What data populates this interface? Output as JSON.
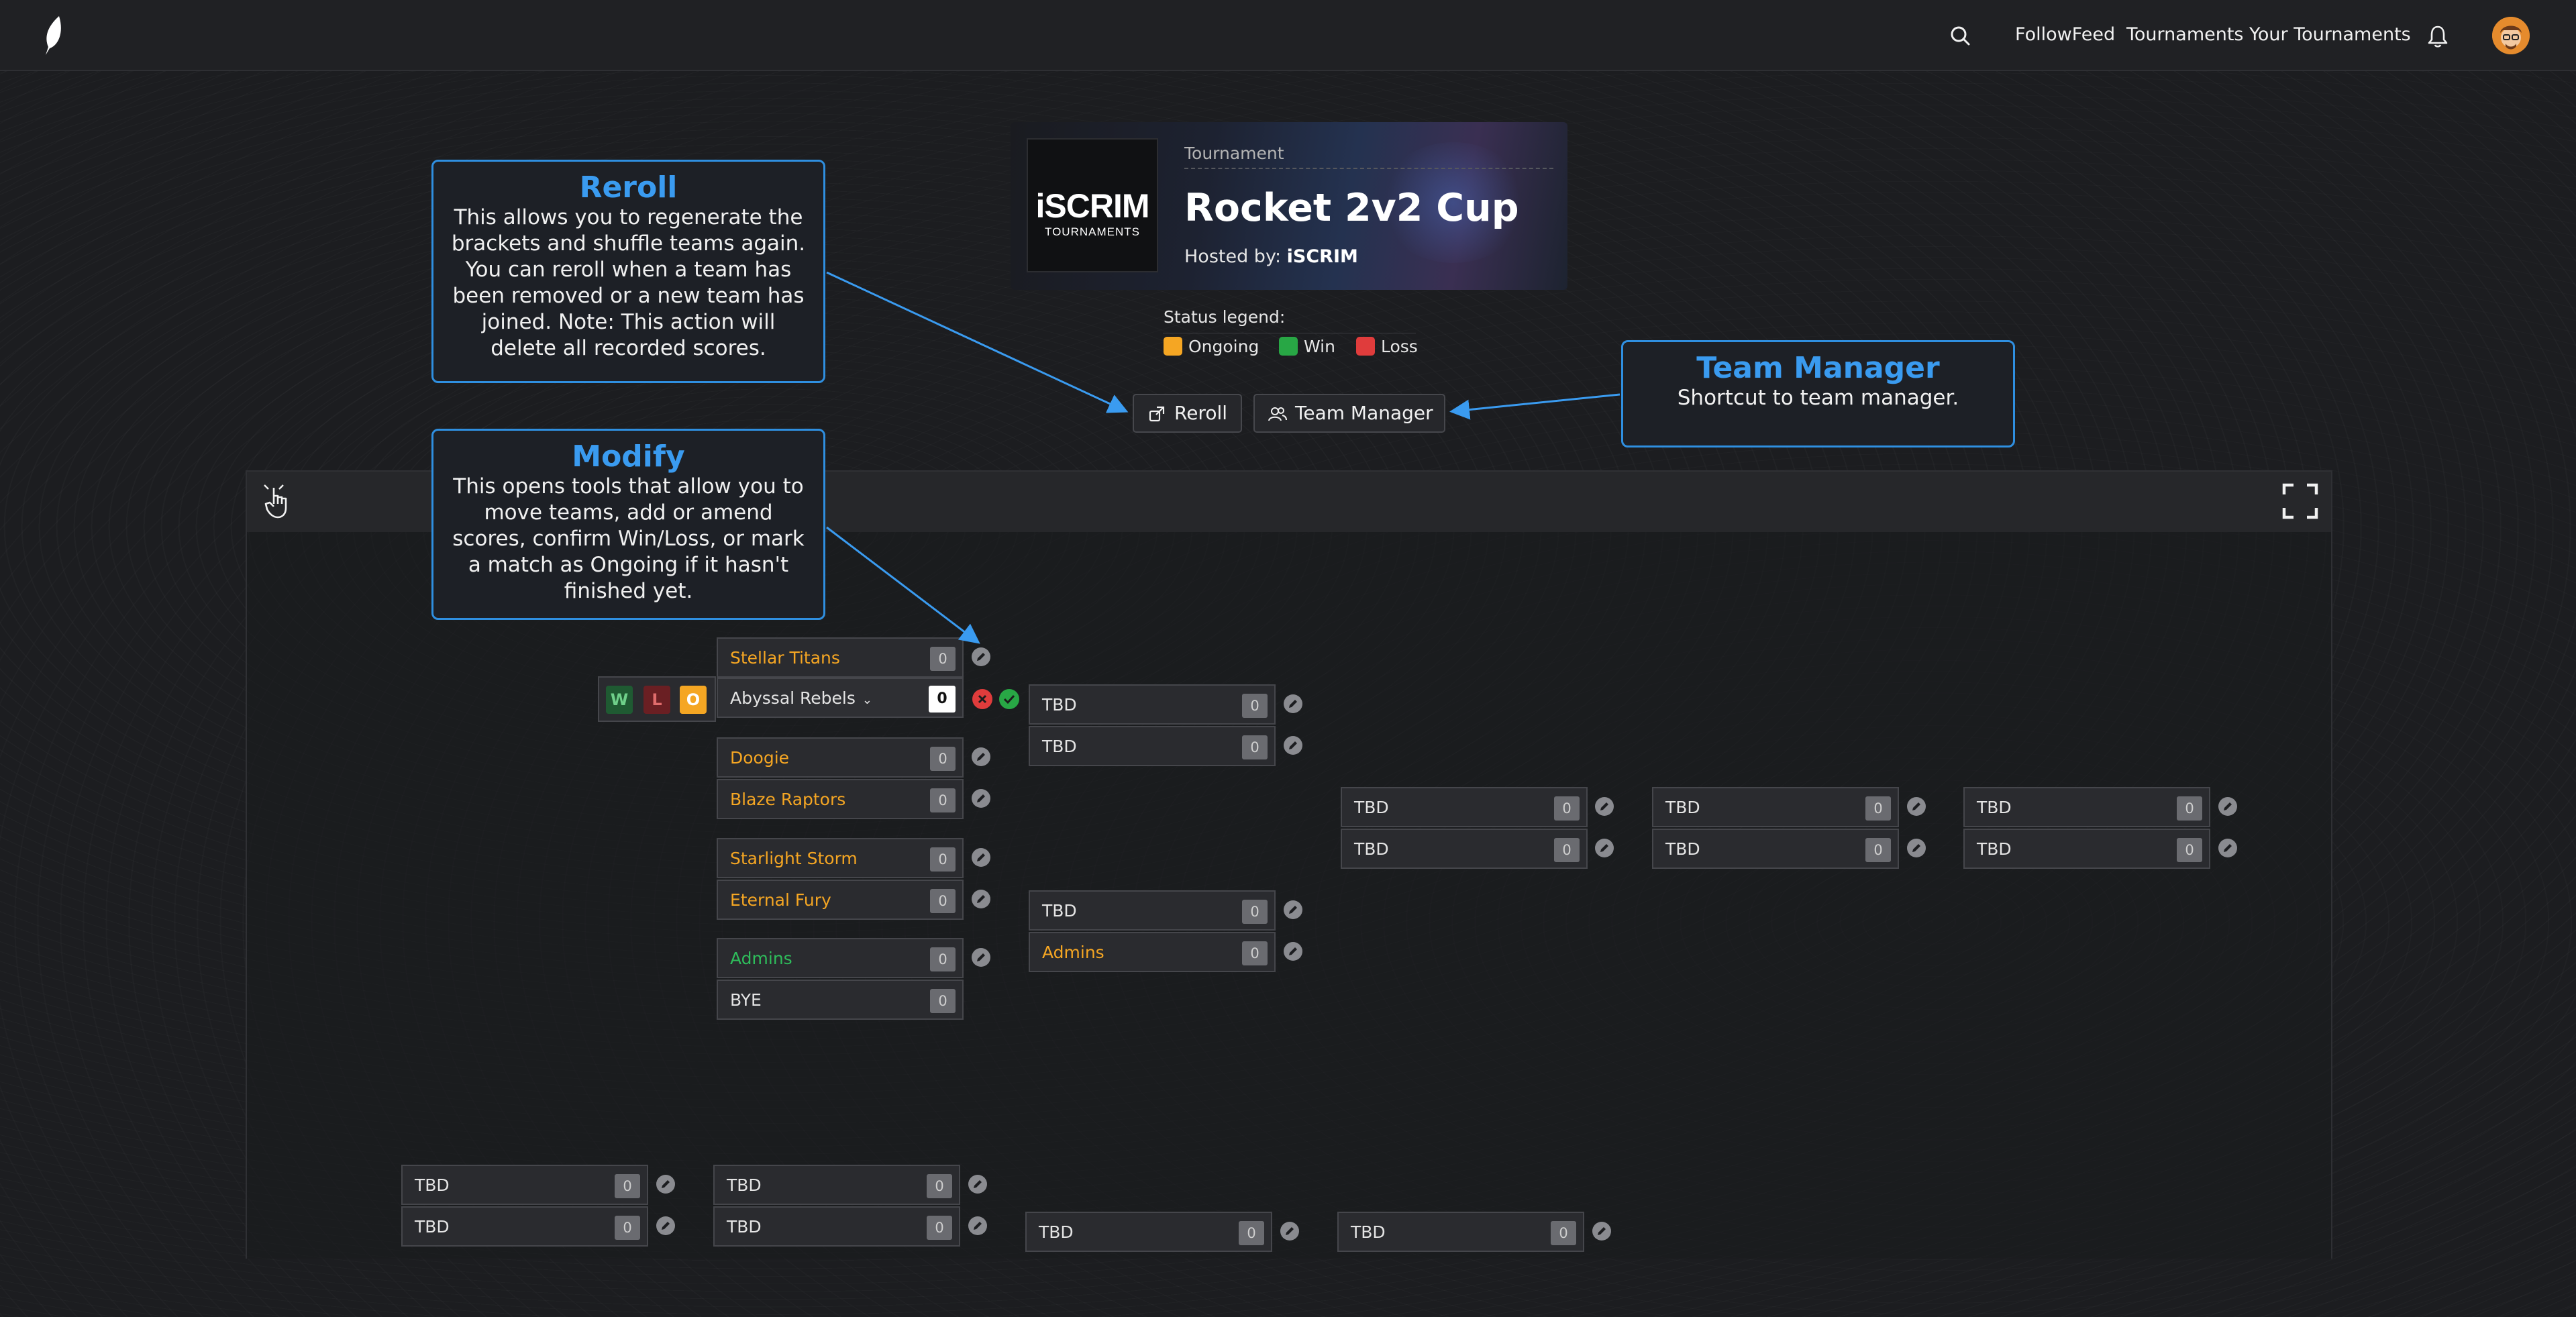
{
  "nav": {
    "links": [
      "FollowFeed",
      "Tournaments",
      "Your Tournaments"
    ]
  },
  "tournament": {
    "kicker": "Tournament",
    "title": "Rocket 2v2 Cup",
    "hosted_prefix": "Hosted by: ",
    "host": "iSCRIM",
    "logo_top": "iSCRIM",
    "logo_bottom": "TOURNAMENTS"
  },
  "legend": {
    "title": "Status legend:",
    "items": [
      {
        "label": "Ongoing",
        "color": "#f5a623"
      },
      {
        "label": "Win",
        "color": "#28a745"
      },
      {
        "label": "Loss",
        "color": "#e03c3c"
      }
    ]
  },
  "actions": {
    "reroll": "Reroll",
    "team_manager": "Team Manager"
  },
  "callouts": {
    "reroll": {
      "title": "Reroll",
      "lines": [
        "This allows you to regenerate the",
        "brackets and shuffle teams again.",
        "You can reroll when a team has",
        "been removed or a new team has",
        "joined. Note: This action will",
        "delete all recorded scores."
      ]
    },
    "team_manager": {
      "title": "Team Manager",
      "lines": [
        "Shortcut to team manager."
      ]
    },
    "modify": {
      "title": "Modify",
      "lines": [
        "This opens tools that allow you to",
        "move teams, add or amend",
        "scores, confirm Win/Loss, or mark",
        "a match as Ongoing if it hasn't",
        "finished yet."
      ]
    }
  },
  "editing": {
    "wlo": [
      "W",
      "L",
      "O"
    ],
    "selected_team": "Abyssal Rebels",
    "score": "0"
  },
  "bracket": {
    "round1": [
      {
        "name": "Stellar Titans",
        "score": "0",
        "status": "ongoing"
      },
      {
        "name": "Doogie",
        "score": "0",
        "status": "ongoing"
      },
      {
        "name": "Blaze Raptors",
        "score": "0",
        "status": "ongoing"
      },
      {
        "name": "Starlight Storm",
        "score": "0",
        "status": "ongoing"
      },
      {
        "name": "Eternal Fury",
        "score": "0",
        "status": "ongoing"
      },
      {
        "name": "Admins",
        "score": "0",
        "status": "win"
      },
      {
        "name": "BYE",
        "score": "0",
        "status": "none"
      }
    ],
    "round2": [
      {
        "name": "TBD",
        "score": "0",
        "status": "none"
      },
      {
        "name": "TBD",
        "score": "0",
        "status": "none"
      },
      {
        "name": "TBD",
        "score": "0",
        "status": "none"
      },
      {
        "name": "Admins",
        "score": "0",
        "status": "ongoing"
      }
    ],
    "round3": [
      {
        "name": "TBD",
        "score": "0"
      },
      {
        "name": "TBD",
        "score": "0"
      }
    ],
    "round4": [
      {
        "name": "TBD",
        "score": "0"
      },
      {
        "name": "TBD",
        "score": "0"
      }
    ],
    "round5": [
      {
        "name": "TBD",
        "score": "0"
      },
      {
        "name": "TBD",
        "score": "0"
      }
    ],
    "lower": [
      {
        "name": "TBD",
        "score": "0"
      },
      {
        "name": "TBD",
        "score": "0"
      },
      {
        "name": "TBD",
        "score": "0"
      },
      {
        "name": "TBD",
        "score": "0"
      },
      {
        "name": "TBD",
        "score": "0"
      },
      {
        "name": "TBD",
        "score": "0"
      }
    ]
  }
}
